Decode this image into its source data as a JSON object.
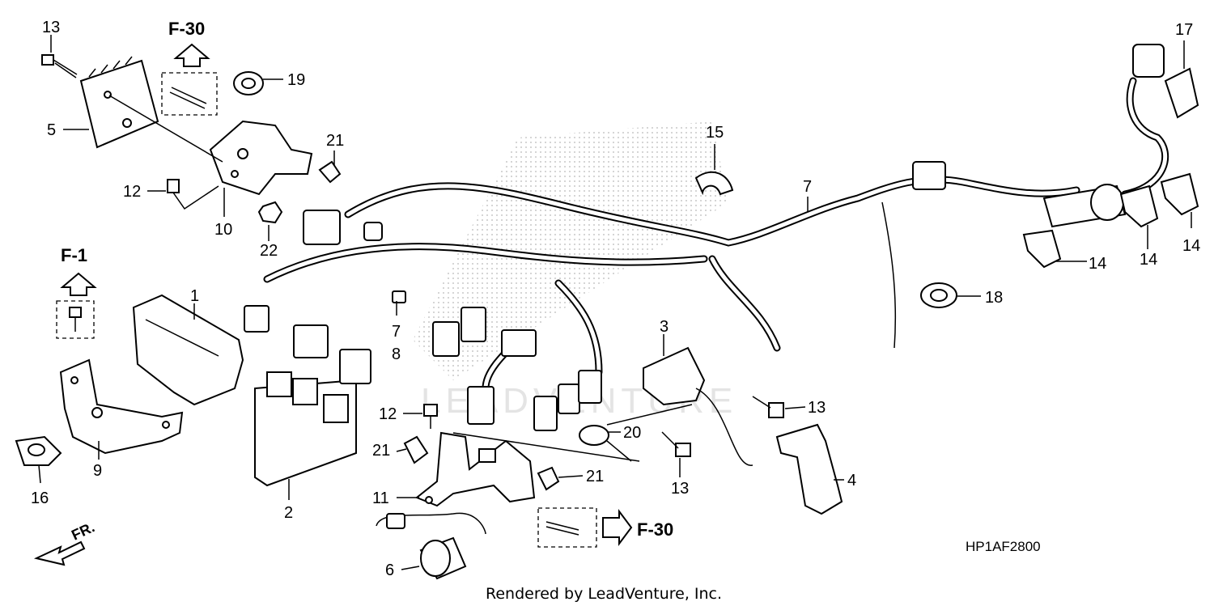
{
  "diagram": {
    "drawing_code": "HP1AF2800",
    "credit": "Rendered by LeadVenture, Inc.",
    "watermark": "LEADVENTURE",
    "front_marker": "FR.",
    "reference_labels": [
      "F-30",
      "F-1",
      "F-30"
    ],
    "callouts": [
      "13",
      "5",
      "12",
      "10",
      "19",
      "21",
      "22",
      "15",
      "7",
      "17",
      "14",
      "14",
      "14",
      "18",
      "1",
      "2",
      "7",
      "8",
      "3",
      "13",
      "12",
      "21",
      "20",
      "13",
      "4",
      "11",
      "21",
      "6",
      "9",
      "16"
    ]
  }
}
